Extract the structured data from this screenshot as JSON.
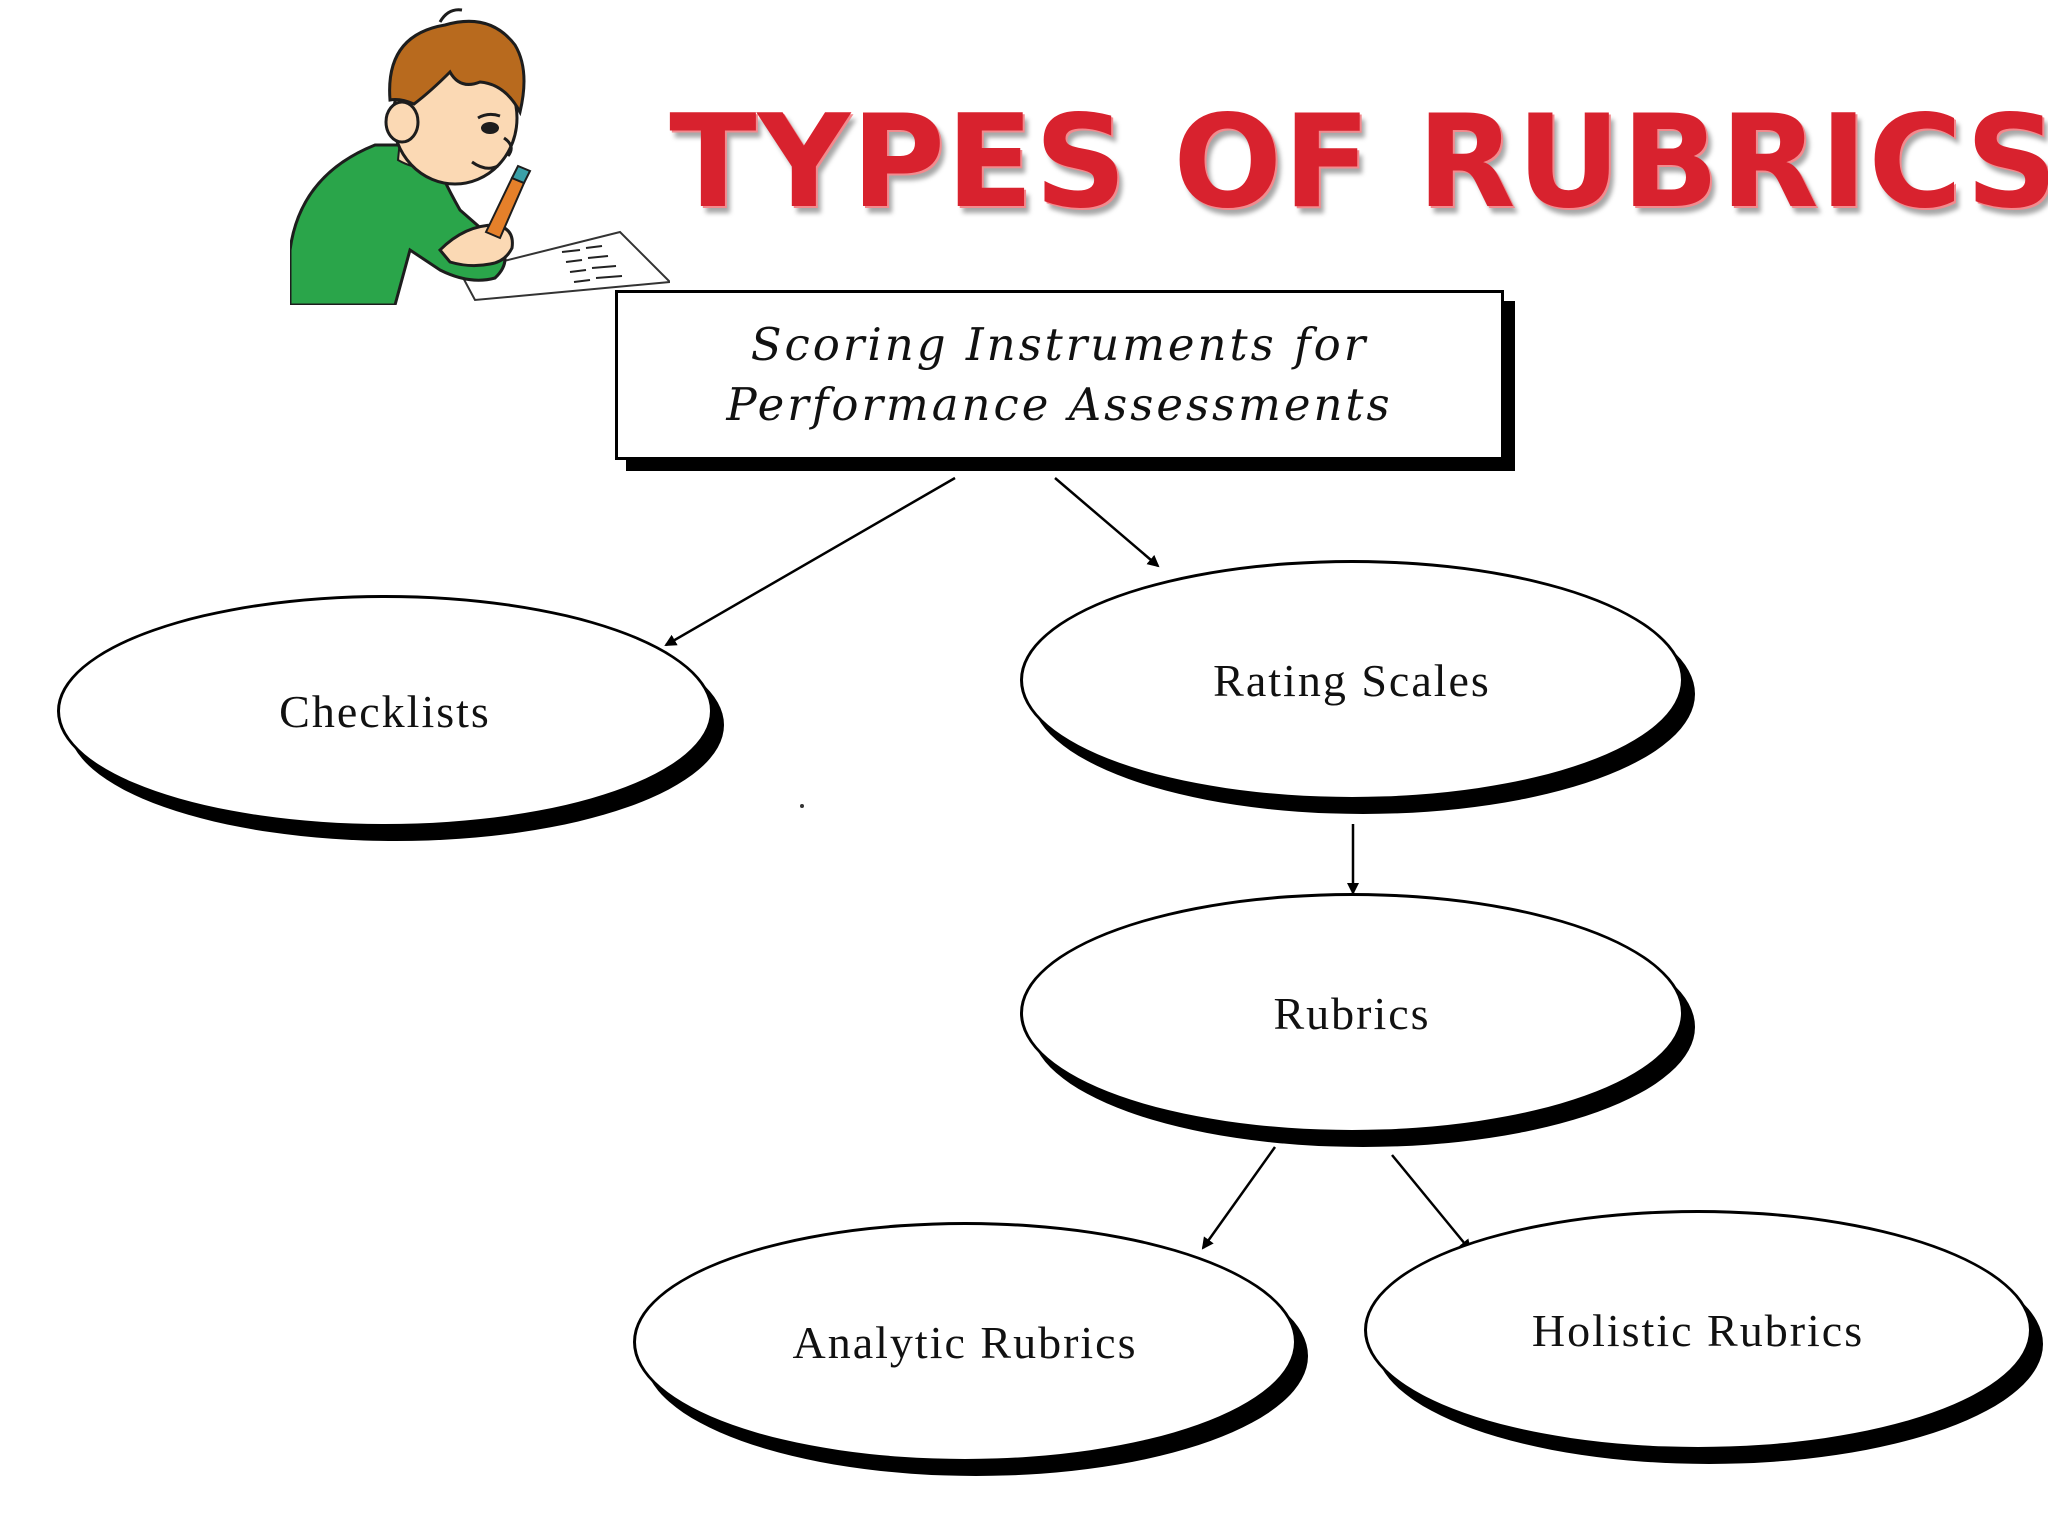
{
  "slide": {
    "title": "TYPES OF RUBRICS",
    "title_color": "#d8222e",
    "clipart_icon": "child-writing-icon"
  },
  "diagram": {
    "root": {
      "line1": "Scoring Instruments for",
      "line2": "Performance Assessments"
    },
    "nodes": {
      "checklists": "Checklists",
      "rating_scales": "Rating Scales",
      "rubrics": "Rubrics",
      "analytic_rubrics": "Analytic Rubrics",
      "holistic_rubrics": "Holistic Rubrics"
    },
    "edges": [
      {
        "from": "root",
        "to": "checklists"
      },
      {
        "from": "root",
        "to": "rating_scales"
      },
      {
        "from": "rating_scales",
        "to": "rubrics"
      },
      {
        "from": "rubrics",
        "to": "analytic_rubrics"
      },
      {
        "from": "rubrics",
        "to": "holistic_rubrics"
      }
    ]
  }
}
